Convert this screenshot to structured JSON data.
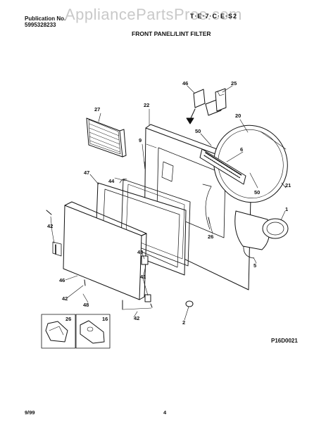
{
  "header": {
    "publication_label": "Publication No.",
    "publication_number": "5995328233",
    "model": "T·E·7·C·E·S2",
    "title": "FRONT PANEL/LINT FILTER"
  },
  "watermark": "AppliancePartsPros.com",
  "callouts": [
    "46",
    "25",
    "27",
    "22",
    "9",
    "20",
    "50",
    "6",
    "47",
    "44",
    "50",
    "21",
    "1",
    "42",
    "26",
    "5",
    "43",
    "41",
    "46",
    "42",
    "48",
    "42",
    "2",
    "26",
    "16"
  ],
  "footer": {
    "reference_code": "P16D0021",
    "date": "9/99",
    "page": "4"
  }
}
